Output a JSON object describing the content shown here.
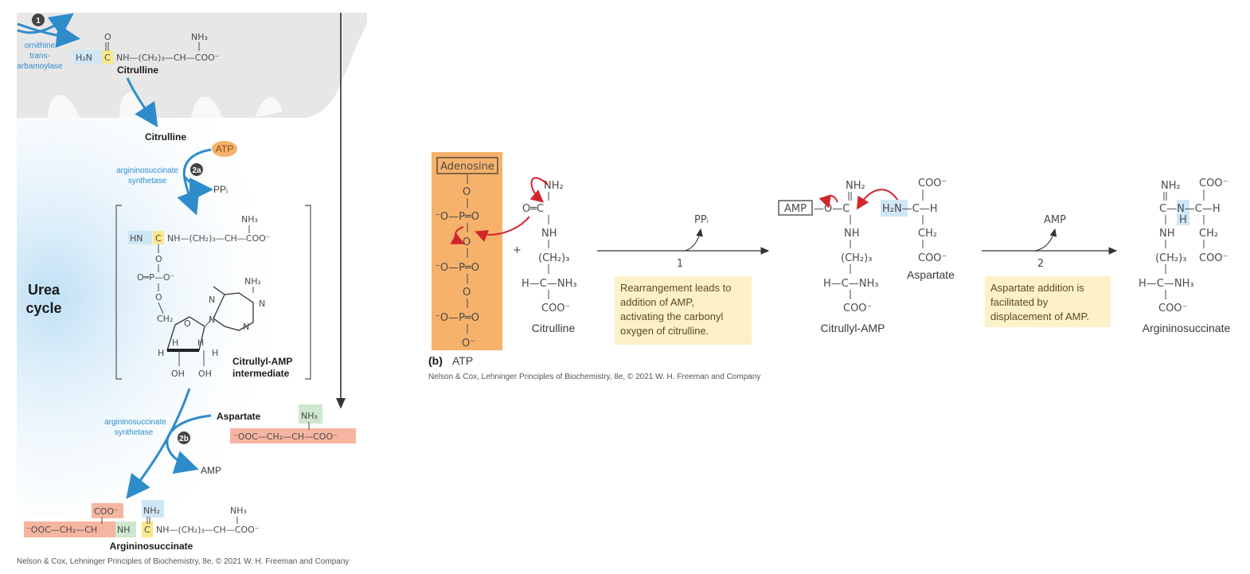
{
  "left_panel": {
    "cycle_label_line1": "Urea",
    "cycle_label_line2": "cycle",
    "step1_badge": "1",
    "enzyme_otc": [
      "ornithine",
      "trans-",
      "arbamoylase"
    ],
    "citrulline_top": {
      "prefix": "H₂N",
      "core": "C",
      "chain": "NH—(CH₂)₃—CH—COO⁻",
      "carbonyl": "O",
      "amine": "NH₃",
      "label": "Citrulline"
    },
    "citrulline_mid_label": "Citrulline",
    "atp_label": "ATP",
    "step2a_badge": "2a",
    "enzyme_ass_a": [
      "argininosuccinate",
      "synthetase"
    ],
    "ppi_label": "PPᵢ",
    "intermediate": {
      "imine": "HN",
      "core": "C",
      "chain": "NH—(CH₂)₃—CH—COO⁻",
      "amine": "NH₃",
      "phosphate": "O═P—O⁻",
      "ch2": "CH₂",
      "ring_o": "O",
      "nh2": "NH₂",
      "n_labels": [
        "N",
        "N",
        "N",
        "N"
      ],
      "h_labels": [
        "H",
        "H",
        "H",
        "H"
      ],
      "oh_labels": [
        "OH",
        "OH"
      ],
      "label_line1": "Citrullyl-AMP",
      "label_line2": "intermediate"
    },
    "enzyme_ass_b": [
      "argininosuccinate",
      "synthetase"
    ],
    "step2b_badge": "2b",
    "aspartate_label": "Aspartate",
    "aspartate_formula": "⁻OOC—CH₂—CH—COO⁻",
    "aspartate_amine": "NH₃",
    "amp_label": "AMP",
    "product": {
      "left": "⁻OOC—CH₂—CH",
      "coo": "COO⁻",
      "nh": "NH",
      "core": "C",
      "chain": "NH—(CH₂)₃—CH—COO⁻",
      "nh2": "NH₂",
      "amine": "NH₃",
      "label": "Argininosuccinate"
    },
    "credit": "Nelson & Cox, Lehninger Principles of Biochemistry, 8e, © 2021 W. H. Freeman and Company"
  },
  "right_panel": {
    "atp_box_label": "Adenosine",
    "atp_caption_bold": "(b)",
    "atp_caption": "ATP",
    "citrulline_label": "Citrulline",
    "step1_number": "1",
    "step1_ppi": "PPᵢ",
    "step1_note": [
      "Rearrangement leads to",
      "addition of AMP,",
      "activating the carbonyl",
      "oxygen of citrulline."
    ],
    "citrullyl_amp_label": "Citrullyl-AMP",
    "amp_box": "AMP",
    "aspartate_label": "Aspartate",
    "step2_number": "2",
    "step2_amp": "AMP",
    "step2_note": [
      "Aspartate addition is",
      "facilitated by",
      "displacement of AMP."
    ],
    "product_label": "Argininosuccinate",
    "credit": "Nelson & Cox, Lehninger Principles of Biochemistry, 8e, © 2021 W. H. Freeman and Company"
  },
  "colors": {
    "arrow_blue": "#2f8ccb",
    "mito_gray": "#e8e8e8",
    "atp_orange": "#f6b26b",
    "note_yellow": "#fdf1c8",
    "highlight_blue": "#cfe6f5",
    "highlight_yellow": "#fbe88a",
    "highlight_green": "#cfe7cf",
    "highlight_salmon": "#f5b5a0",
    "curly_red": "#d0262b"
  }
}
